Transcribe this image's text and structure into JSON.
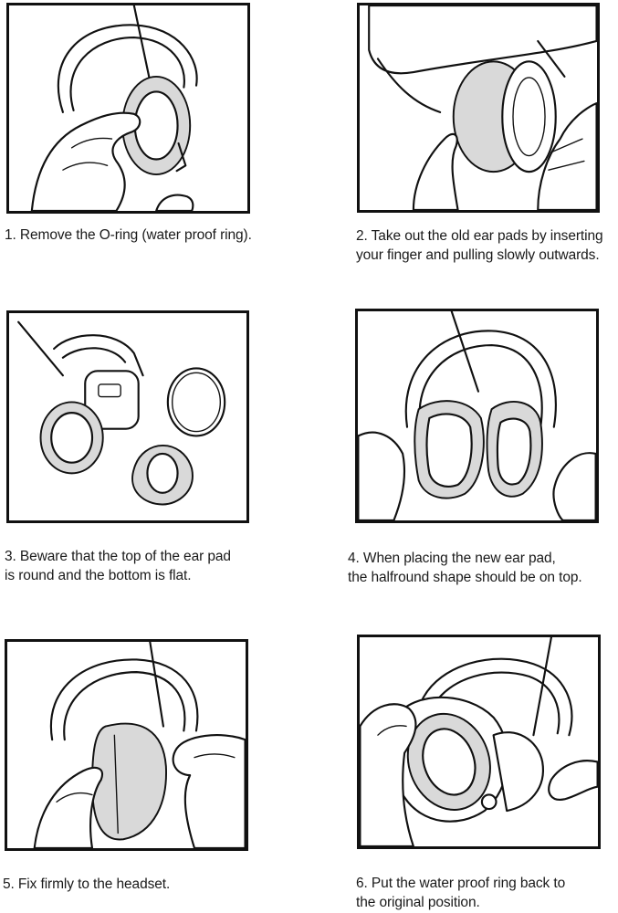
{
  "steps": [
    {
      "number": "1.",
      "lines": [
        "1. Remove the O-ring (water proof ring)."
      ]
    },
    {
      "number": "2.",
      "lines": [
        "2. Take out the old ear pads by inserting",
        "your finger and pulling slowly outwards."
      ]
    },
    {
      "number": "3.",
      "lines": [
        "3. Beware that the top of the ear pad",
        "is round and the bottom is flat."
      ]
    },
    {
      "number": "4.",
      "lines": [
        "4. When placing the new ear pad,",
        "the halfround shape should be on top."
      ]
    },
    {
      "number": "5.",
      "lines": [
        "5. Fix firmly to the headset."
      ]
    },
    {
      "number": "6.",
      "lines": [
        "6. Put the water proof ring back to",
        "the original position."
      ]
    }
  ]
}
